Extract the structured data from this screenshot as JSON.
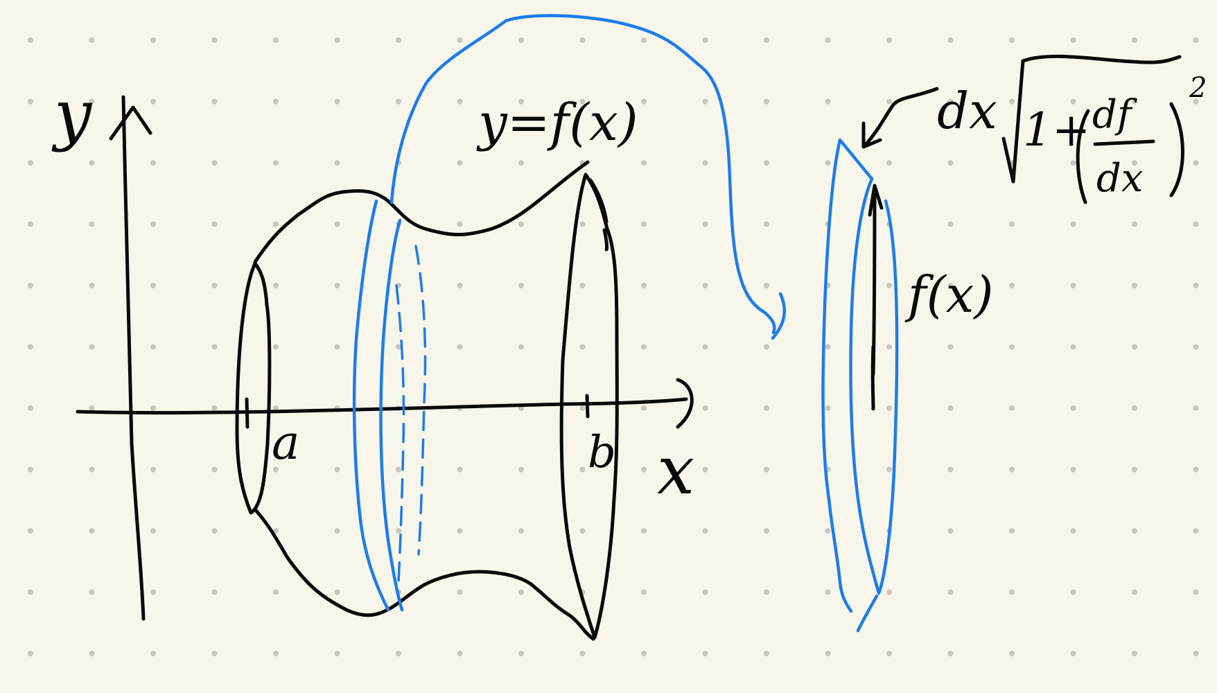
{
  "colors": {
    "background": "#f8f6ea",
    "dot_grid": "#c9c7bd",
    "ink_black": "#0a0a0a",
    "ink_blue": "#1c7cec"
  },
  "labels": {
    "y_axis": "y",
    "x_axis": "x",
    "curve": "y=f(x)",
    "lower_bound": "a",
    "upper_bound": "b",
    "radius": "f(x)",
    "arc_length_dx": "dx",
    "arc_length_radicand": "1+",
    "derivative_numerator": "df",
    "derivative_denominator": "dx",
    "exponent": "2"
  }
}
